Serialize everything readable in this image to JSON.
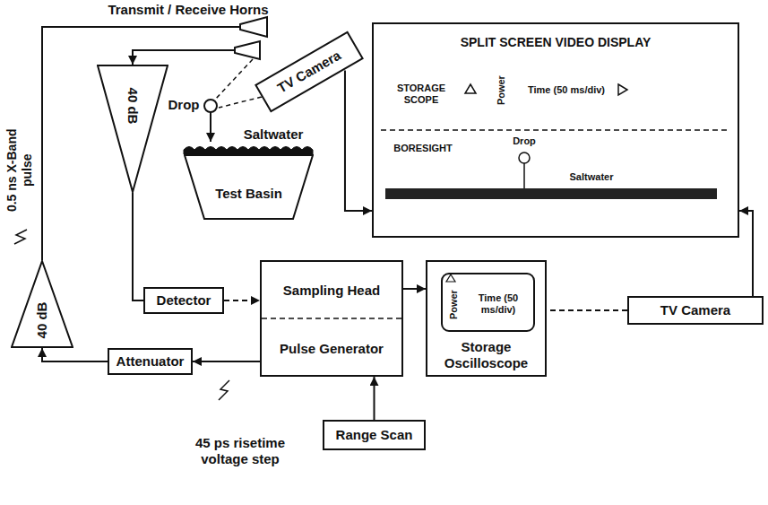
{
  "diagram": {
    "nodes": [
      {
        "text": [
          "TV Camera"
        ]
      },
      {
        "text": [
          "SPLIT SCREEN VIDEO DISPLAY"
        ]
      },
      {
        "text": [
          "40 dB"
        ]
      },
      {
        "text": [
          "Test Basin"
        ]
      },
      {
        "text": [
          "40 dB"
        ]
      },
      {
        "text": [
          "Detector"
        ]
      },
      {
        "text": [
          "Sampling Head",
          "Pulse Generator"
        ]
      },
      {
        "text": [
          "Storage Oscilloscope"
        ]
      },
      {
        "text": [
          "Power",
          "Time (50 ms/div)"
        ],
        "in": 7
      },
      {
        "text": [
          "TV Camera"
        ]
      },
      {
        "text": [
          "Attenuator"
        ]
      },
      {
        "text": [
          "Range Scan"
        ]
      }
    ],
    "edges": [
      {
        "from": 2,
        "to": 5,
        "arrow": "none"
      },
      {
        "from": 5,
        "to": 6,
        "arrow": "to"
      },
      {
        "from": 6,
        "to": 7,
        "arrow": "to"
      },
      {
        "from": 9,
        "to": 7,
        "arrow": "none"
      },
      {
        "from": 9,
        "to": 1,
        "arrow": "to"
      },
      {
        "from": 0,
        "to": 1,
        "arrow": "to"
      },
      {
        "from": 6,
        "to": 10,
        "arrow": "to"
      },
      {
        "from": 10,
        "to": 4,
        "arrow": "to"
      },
      {
        "from": 11,
        "to": 6,
        "arrow": "to"
      }
    ],
    "labels": [
      "Transmit / Receive Horns",
      "0.5 ns X-Band pulse",
      "Drop",
      "Saltwater",
      "45 ps risetime voltage step",
      "STORAGE SCOPE",
      "Power",
      "Time (50 ms/div)",
      "BORESIGHT",
      "Drop",
      "Saltwater"
    ]
  }
}
